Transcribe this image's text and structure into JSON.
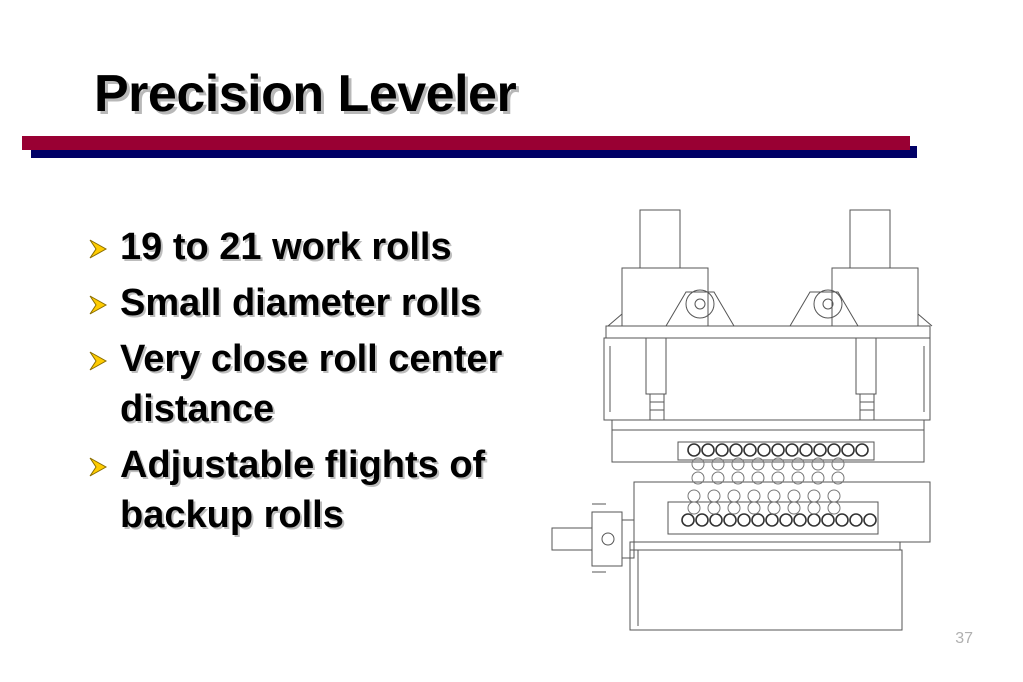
{
  "slide": {
    "title": "Precision Leveler",
    "bullets": [
      {
        "text": "19 to 21 work rolls"
      },
      {
        "text": "Small diameter rolls"
      },
      {
        "text": "Very close roll center distance"
      },
      {
        "text": "Adjustable flights of backup rolls"
      }
    ],
    "page_number": "37"
  },
  "colors": {
    "rule": "#990033",
    "rule_shadow": "#000066",
    "bullet_arrow": "#ffcc00",
    "drawing_line": "#555555"
  },
  "icons": {
    "bullet": "arrow-bullet-icon"
  }
}
